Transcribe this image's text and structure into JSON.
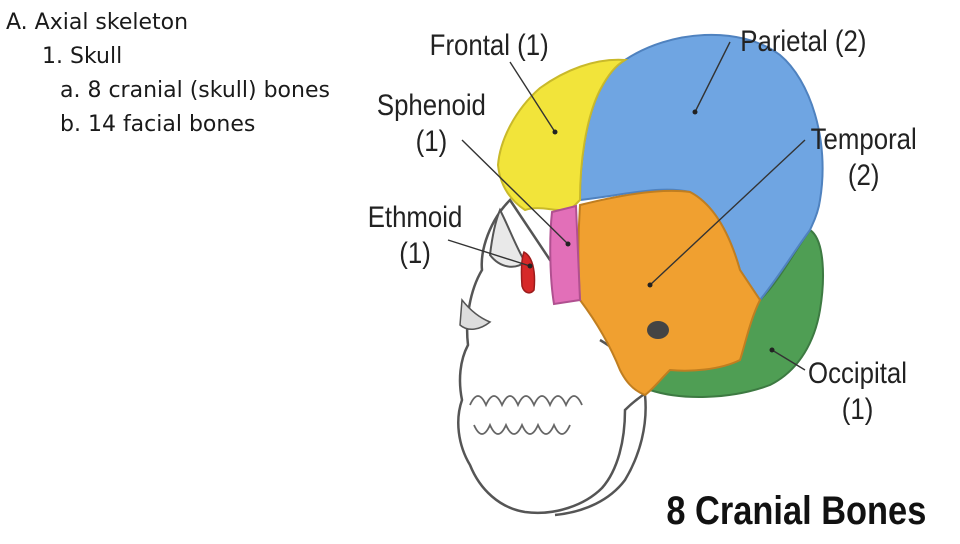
{
  "outline": {
    "line1": "A. Axial skeleton",
    "line2": "1. Skull",
    "line3": "a. 8 cranial (skull) bones",
    "line4": "b. 14 facial bones"
  },
  "diagram": {
    "title": "8 Cranial Bones",
    "labels": {
      "frontal": "Frontal (1)",
      "parietal": "Parietal (2)",
      "sphenoid_name": "Sphenoid",
      "sphenoid_count": "(1)",
      "temporal_name": "Temporal",
      "temporal_count": "(2)",
      "ethmoid_name": "Ethmoid",
      "ethmoid_count": "(1)",
      "occipital_name": "Occipital",
      "occipital_count": "(1)"
    },
    "colors": {
      "frontal": "#f2e43a",
      "parietal": "#6fa5e2",
      "temporal": "#f0a030",
      "occipital": "#4f9e54",
      "sphenoid": "#e26fb8",
      "ethmoid": "#d62828",
      "skull_face": "#ffffff",
      "outline": "#555555"
    }
  }
}
